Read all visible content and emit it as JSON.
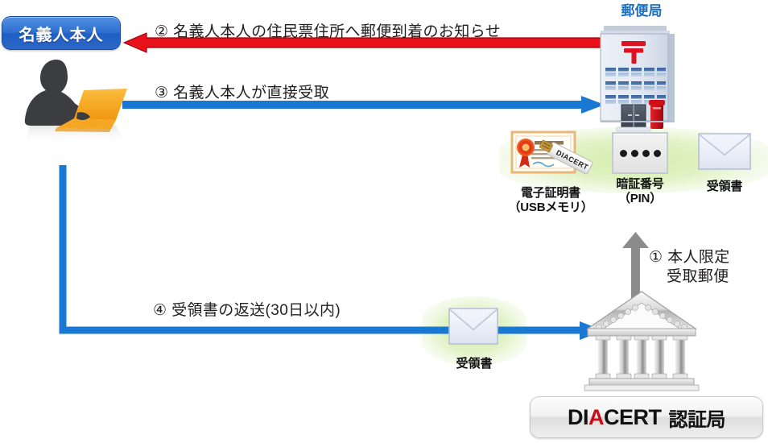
{
  "diagram": {
    "title": "DIACERT 本人限定受取郵便フロー",
    "colors": {
      "red_arrow": "#e8131a",
      "blue_arrow": "#1878d2",
      "green_glow": "#d1eca8",
      "badge_blue": "#2f6fd0",
      "label_blue": "#1d6fc4",
      "gray_arrow": "#8c8c8c",
      "logo_red": "#cc0a16",
      "laptop_orange": "#f5a623"
    }
  },
  "actors": {
    "owner": {
      "badge_label": "名義人本人",
      "figure_name": "person-with-laptop"
    },
    "post_office": {
      "label": "郵便局",
      "mark": "〒"
    },
    "ca": {
      "logo_main": "DI",
      "logo_accent": "A",
      "logo_rest": "CERT",
      "logo_suffix": "認証局",
      "figure_name": "bank-building"
    }
  },
  "steps": [
    {
      "number": "①",
      "text": "本人限定",
      "text_line2": "受取郵便",
      "direction": "up",
      "color": "#8c8c8c"
    },
    {
      "number": "②",
      "text": "名義人本人の住民票住所へ郵便到着のお知らせ",
      "direction": "left",
      "color": "#e8131a"
    },
    {
      "number": "③",
      "text": "名義人本人が直接受取",
      "direction": "right",
      "color": "#1878d2"
    },
    {
      "number": "④",
      "text": "受領書の返送(30日以内)",
      "direction": "right",
      "color": "#1878d2"
    }
  ],
  "step_labels": {
    "step1": "① 本人限定",
    "step1_line2": "受取郵便",
    "step2": "② 名義人本人の住民票住所へ郵便到着のお知らせ",
    "step3": "③ 名義人本人が直接受取",
    "step4": "④ 受領書の返送(30日以内)"
  },
  "items": [
    {
      "icon": "certificate-usb-icon",
      "caption_line1": "電子証明書",
      "caption_line2": "（USBメモリ）",
      "usb_label": "DIACERT"
    },
    {
      "icon": "pin-box-icon",
      "caption_line1": "暗証番号",
      "caption_line2": "（PIN）",
      "dots": 4
    },
    {
      "icon": "envelope-icon",
      "caption_line1": "受領書",
      "caption_line2": ""
    }
  ],
  "receipt_bottom": {
    "icon": "envelope-icon",
    "caption": "受領書"
  }
}
